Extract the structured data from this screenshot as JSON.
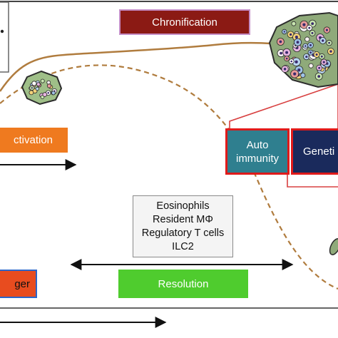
{
  "labels": {
    "chronification": "Chronification",
    "activation": "ctivation",
    "trigger": "ger",
    "resolution": "Resolution",
    "autoimmunity_line1": "Auto",
    "autoimmunity_line2": "immunity",
    "genetics": "Geneti"
  },
  "cells_box": {
    "lines": [
      "Eosinophils",
      "Resident MΦ",
      "Regulatory T cells",
      "ILC2"
    ]
  },
  "colors": {
    "chronification_fill": "#8b1a14",
    "chronification_border": "#c58fc7",
    "activation_fill": "#ef7a1f",
    "trigger_fill": "#e84c1f",
    "trigger_border": "#2b66c9",
    "resolution_fill": "#4fcc2e",
    "autoimmunity_fill": "#2f7f8f",
    "autoimmunity_border": "#e01a1a",
    "genetics_fill": "#1a2a5c",
    "genetics_border": "#e01a1a",
    "curve": "#b07c3e",
    "arrow_outline": "#d84040",
    "cells_box_fill": "#f4f4f4"
  }
}
